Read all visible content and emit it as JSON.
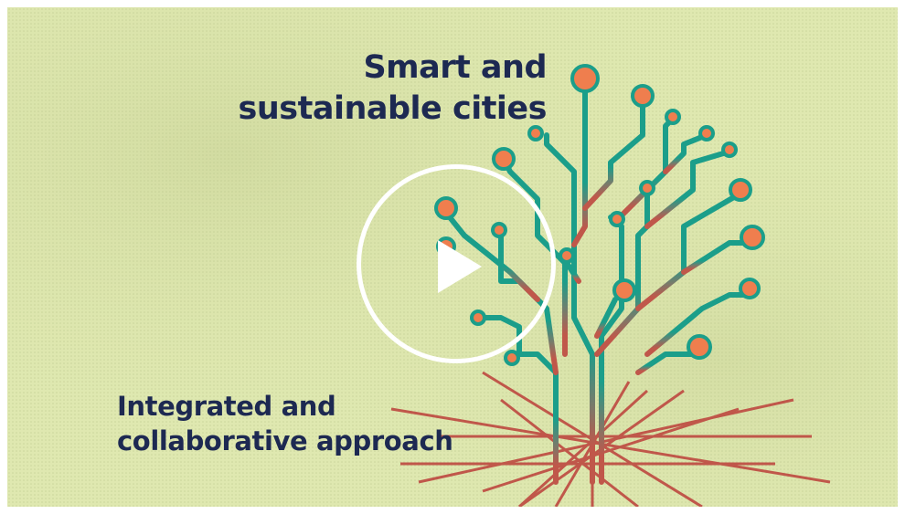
{
  "video": {
    "title_lines": [
      "Smart and",
      "sustainable cities"
    ],
    "subtitle_lines": [
      "Integrated and",
      "collaborative approach"
    ]
  },
  "controls": {
    "play_icon": "play-icon"
  },
  "colors": {
    "background": "#dfe8b0",
    "text": "#1d2952",
    "branch": "#1b9e8a",
    "root": "#c0574a",
    "node_fill": "#ef7e4e",
    "node_stroke": "#1b9e8a"
  }
}
